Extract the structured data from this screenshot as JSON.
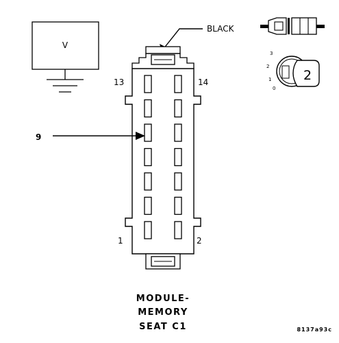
{
  "voltmeter": {
    "label": "V"
  },
  "wire_color": "BLACK",
  "pin_callout": "9",
  "pin_numbers": {
    "top_left": "13",
    "top_right": "14",
    "bottom_left": "1",
    "bottom_right": "2"
  },
  "caption_lines": [
    "MODULE-",
    "MEMORY",
    "SEAT C1"
  ],
  "inset": {
    "dial_marks": [
      "3",
      "2",
      "1",
      "0"
    ],
    "dial_value": "2"
  },
  "figure_code": "8137a93c",
  "colors": {
    "ink": "#000000",
    "background": "#ffffff"
  }
}
